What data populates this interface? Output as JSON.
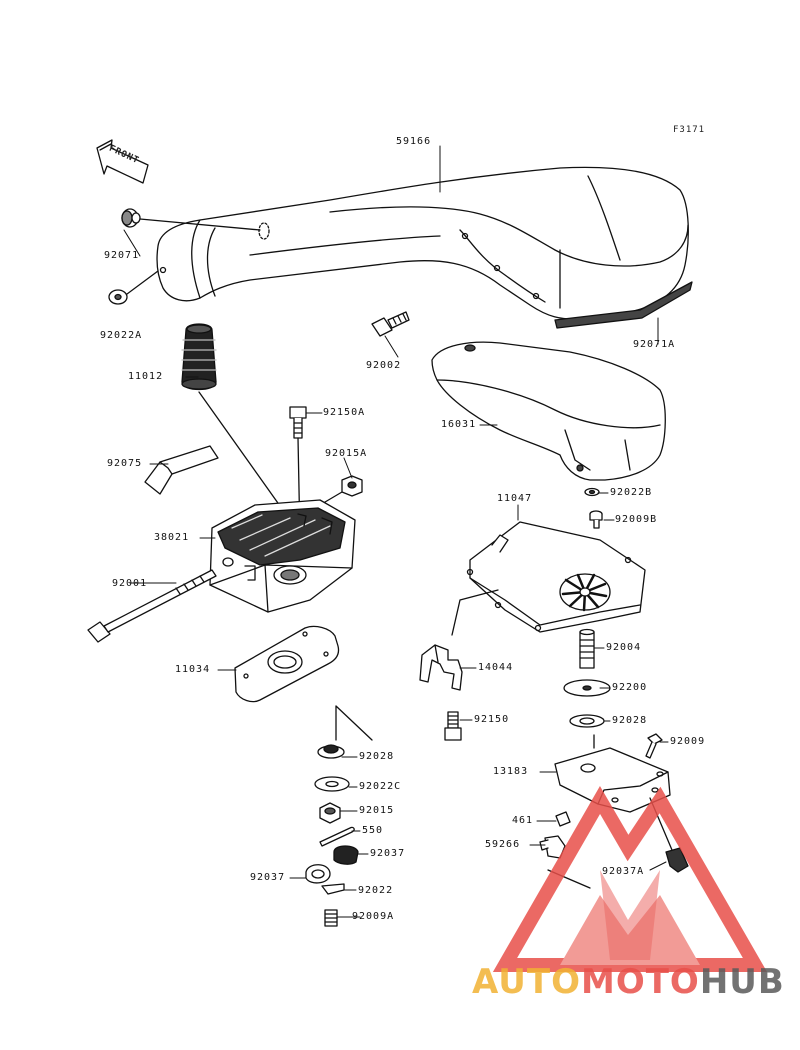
{
  "figure_code": "F3171",
  "front_label": "FRONT",
  "parts": [
    {
      "id": "59166",
      "label": "59166"
    },
    {
      "id": "92071",
      "label": "92071"
    },
    {
      "id": "92022A",
      "label": "92022A"
    },
    {
      "id": "11012",
      "label": "11012"
    },
    {
      "id": "92002",
      "label": "92002"
    },
    {
      "id": "92071A",
      "label": "92071A"
    },
    {
      "id": "16031",
      "label": "16031"
    },
    {
      "id": "92150A",
      "label": "92150A"
    },
    {
      "id": "92015A",
      "label": "92015A"
    },
    {
      "id": "92075",
      "label": "92075"
    },
    {
      "id": "92022B",
      "label": "92022B"
    },
    {
      "id": "92009B",
      "label": "92009B"
    },
    {
      "id": "11047",
      "label": "11047"
    },
    {
      "id": "38021",
      "label": "38021"
    },
    {
      "id": "92001",
      "label": "92001"
    },
    {
      "id": "92004",
      "label": "92004"
    },
    {
      "id": "11034",
      "label": "11034"
    },
    {
      "id": "14044",
      "label": "14044"
    },
    {
      "id": "92200",
      "label": "92200"
    },
    {
      "id": "92150",
      "label": "92150"
    },
    {
      "id": "92028a",
      "label": "92028"
    },
    {
      "id": "92009",
      "label": "92009"
    },
    {
      "id": "92028b",
      "label": "92028"
    },
    {
      "id": "13183",
      "label": "13183"
    },
    {
      "id": "92022C",
      "label": "92022C"
    },
    {
      "id": "92015",
      "label": "92015"
    },
    {
      "id": "461",
      "label": "461"
    },
    {
      "id": "550",
      "label": "550"
    },
    {
      "id": "59266",
      "label": "59266"
    },
    {
      "id": "92037a",
      "label": "92037"
    },
    {
      "id": "92037b",
      "label": "92037"
    },
    {
      "id": "92037A",
      "label": "92037A"
    },
    {
      "id": "92022",
      "label": "92022"
    },
    {
      "id": "92009A",
      "label": "92009A"
    }
  ],
  "watermark": {
    "part1": "AUTO",
    "part2": "MOTO",
    "part3": "HUB",
    "colors": {
      "auto": "#f2b233",
      "moto": "#e8504a",
      "hub": "#5a5a5a"
    }
  }
}
